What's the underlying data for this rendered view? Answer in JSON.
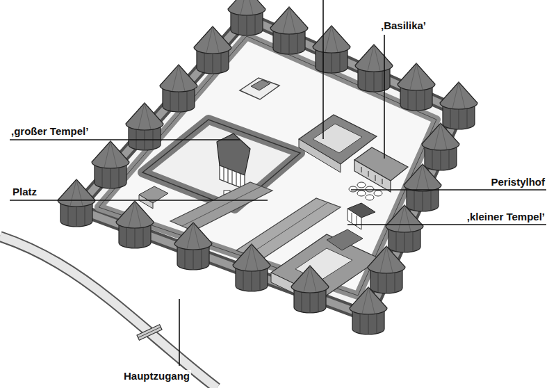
{
  "diagram": {
    "labels": [
      "‚Basilika’",
      "‚großer Tempel’",
      "Peristylhof",
      "Platz",
      "‚kleiner Tempel’",
      "Hauptzugang"
    ]
  }
}
